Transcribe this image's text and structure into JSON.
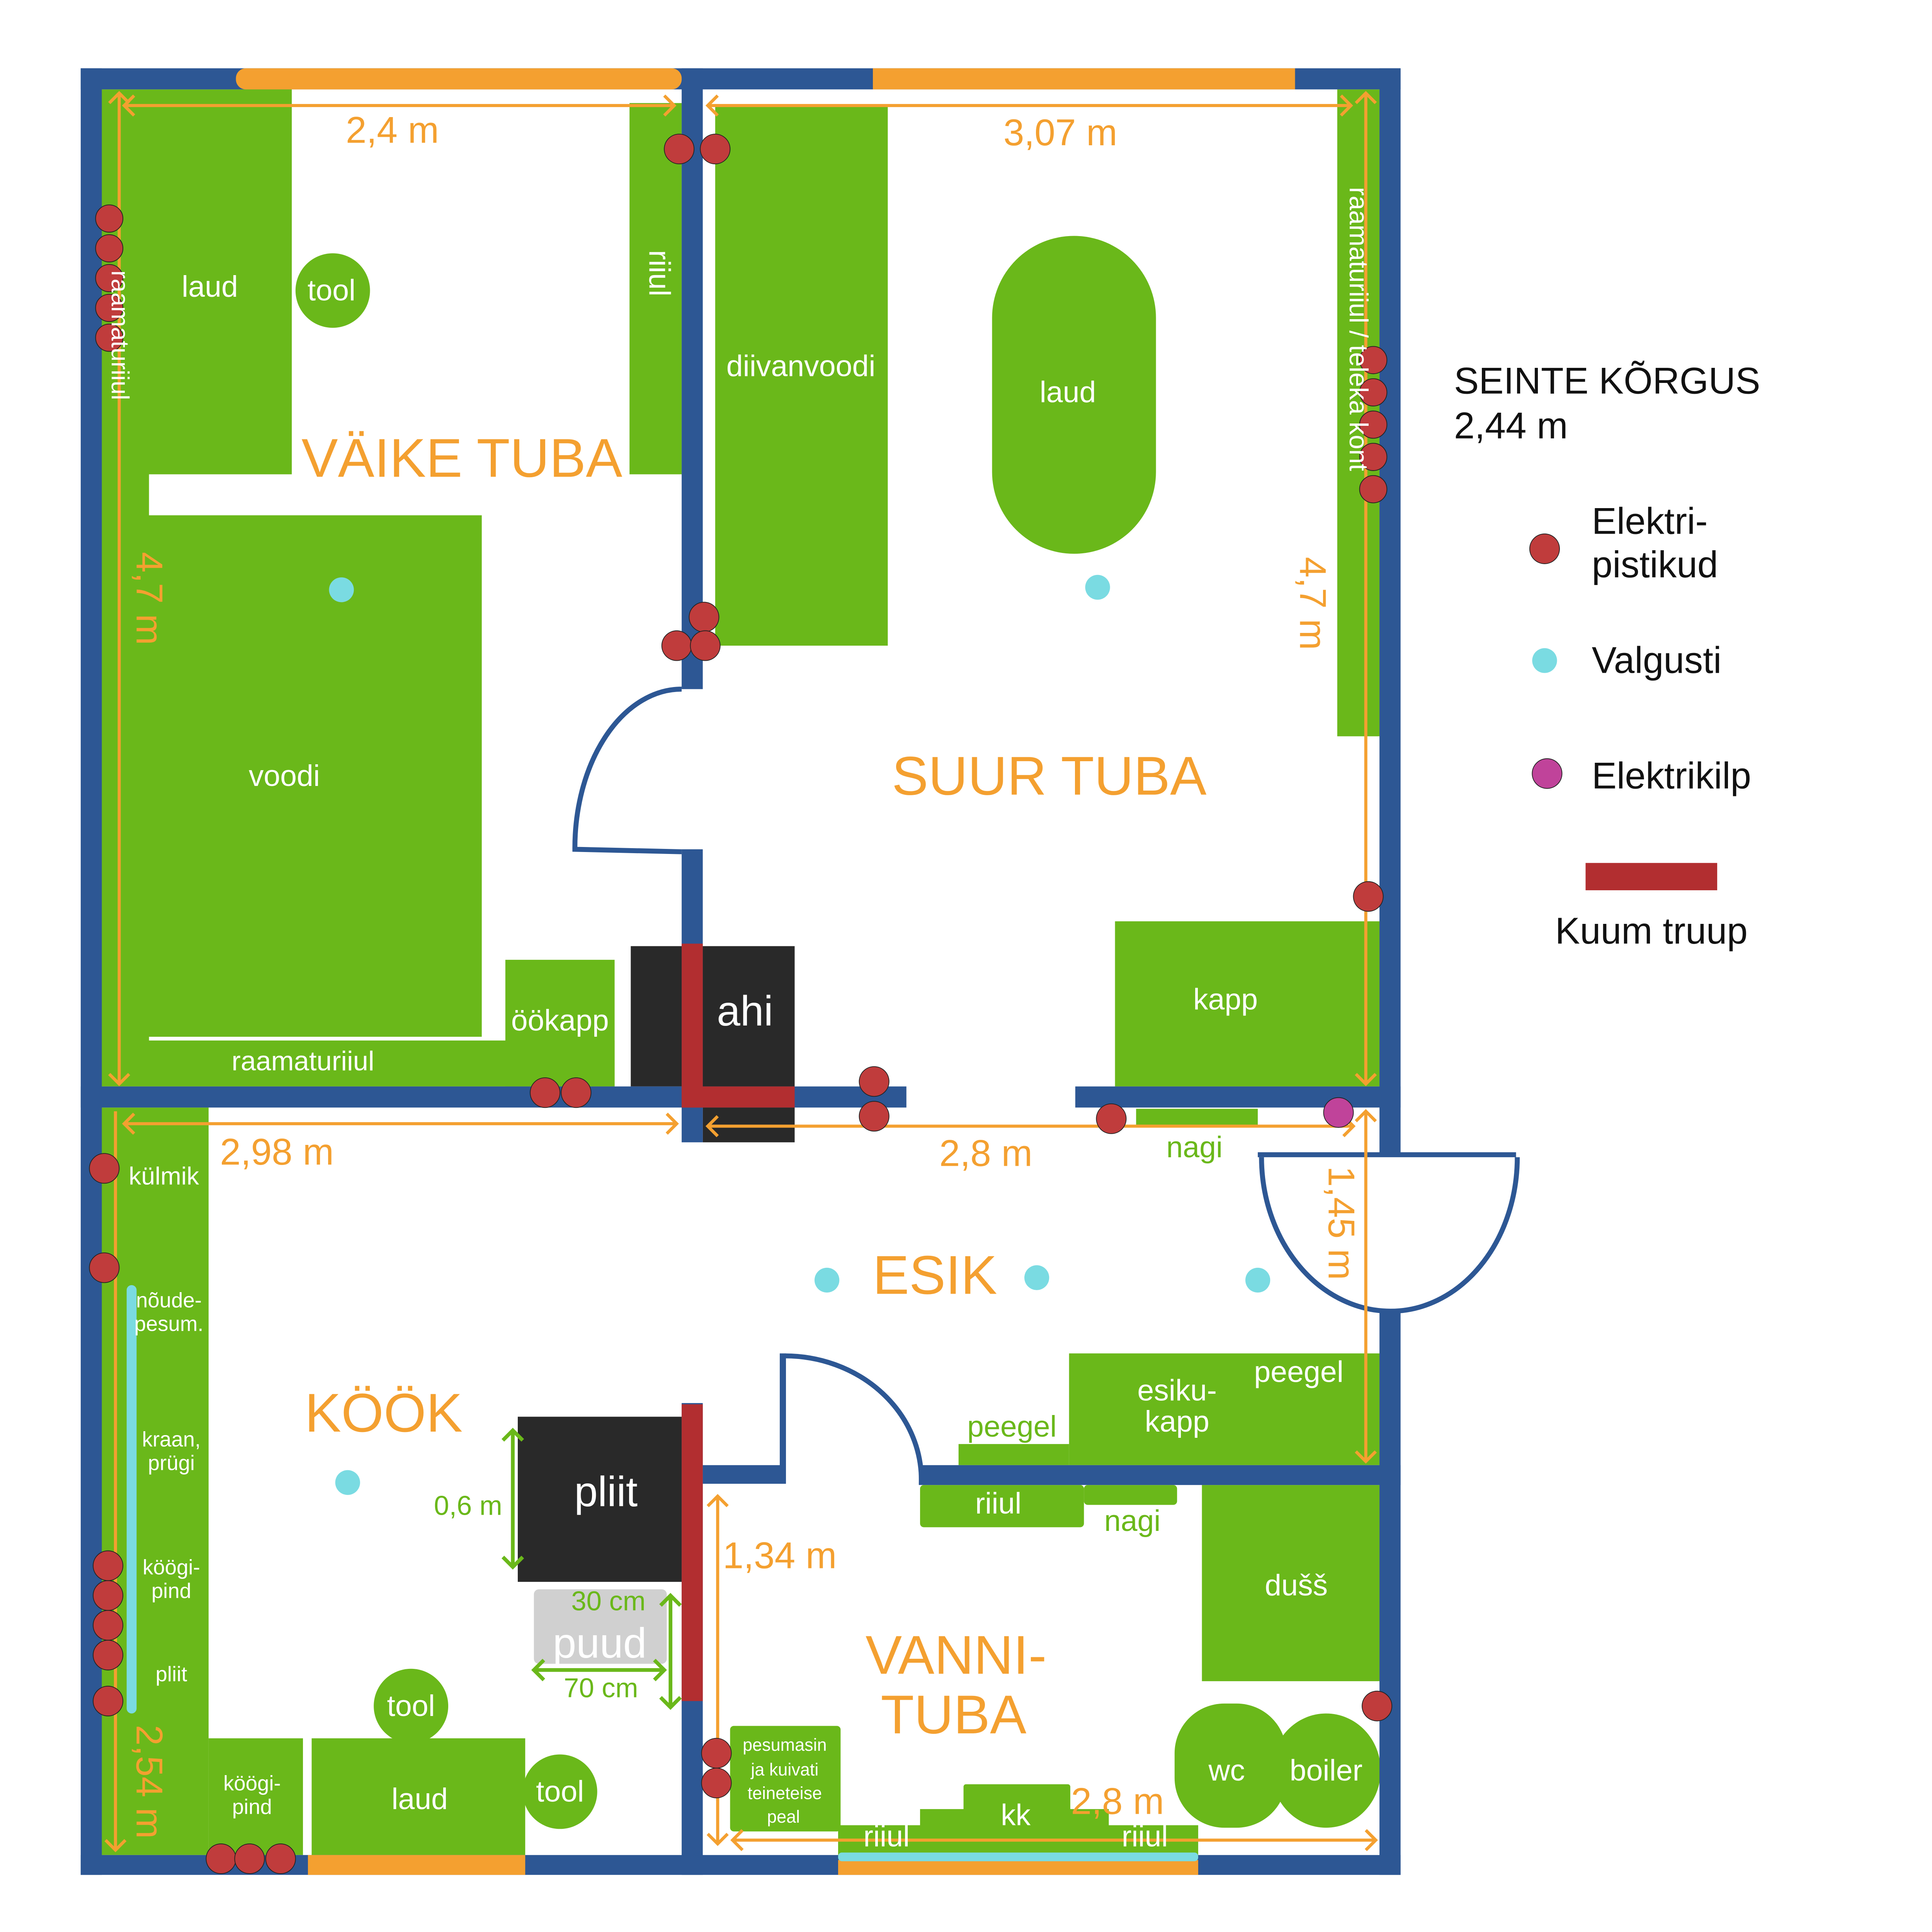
{
  "rooms": {
    "small": "VÄIKE TUBA",
    "big": "SUUR TUBA",
    "hall": "ESIK",
    "kitchen": "KÖÖK",
    "bath_1": "VANNI-",
    "bath_2": "TUBA"
  },
  "furniture": {
    "small_desk": "laud",
    "small_chair": "tool",
    "small_bookshelf": "raamaturiiul",
    "shelf_riiul": "riiul",
    "bed": "voodi",
    "nightstand": "öökapp",
    "bottom_bookshelf": "raamaturiiul",
    "sofa_bed": "diivanvoodi",
    "big_table": "laud",
    "tv_shelf": "raamaturiiul / teleka kont",
    "wardrobe": "kapp",
    "stove_oven": "ahi",
    "fridge": "külmik",
    "dishwasher_1": "nõude-",
    "dishwasher_2": "pesum.",
    "tap_1": "kraan,",
    "tap_2": "prügi",
    "counter_1": "köögi-",
    "counter_2": "pind",
    "hob": "pliit",
    "counter2_1": "köögi-",
    "counter2_2": "pind",
    "kitchen_table": "laud",
    "kitchen_chair_1": "tool",
    "kitchen_chair_2": "tool",
    "cooker": "pliit",
    "firewood": "puud",
    "hooks_hall": "nagi",
    "mirror_left": "peegel",
    "hall_cabinet_1": "esiku-",
    "hall_cabinet_2": "kapp",
    "mirror_right": "peegel",
    "bath_shelf": "riiul",
    "bath_hooks": "nagi",
    "shower": "dušš",
    "wc": "wc",
    "boiler": "boiler",
    "washer_1": "pesumasin",
    "washer_2": "ja kuivati",
    "washer_3": "teineteise",
    "washer_4": "peal",
    "bottom_shelf_left": "riiul",
    "kk": "kk",
    "bottom_shelf_right": "riiul"
  },
  "dimensions": {
    "small_width": "2,4 m",
    "big_width": "3,07 m",
    "small_height": "4,7 m",
    "big_height": "4,7 m",
    "kitchen_width": "2,98 m",
    "hall_width": "2,8 m",
    "hall_height": "1,45 m",
    "kitchen_height": "2,54 m",
    "bath_height": "1,34 m",
    "bath_width": "2,8 m",
    "cooker_depth": "0,6 m",
    "wood_depth": "30 cm",
    "wood_width": "70 cm"
  },
  "legend": {
    "wall_height_title": "SEINTE KÕRGUS",
    "wall_height_value": "2,44 m",
    "outlets_1": "Elektri-",
    "outlets_2": "pistikud",
    "light": "Valgusti",
    "panel": "Elektrikilp",
    "hot_flue": "Kuum truup"
  },
  "colors": {
    "wall": "#2d5794",
    "window": "#f4a030",
    "furniture": "#6ab81a",
    "outlet": "#c03c3c",
    "light": "#7adbe2",
    "panel": "#c0439a",
    "hot": "#b22e30"
  }
}
